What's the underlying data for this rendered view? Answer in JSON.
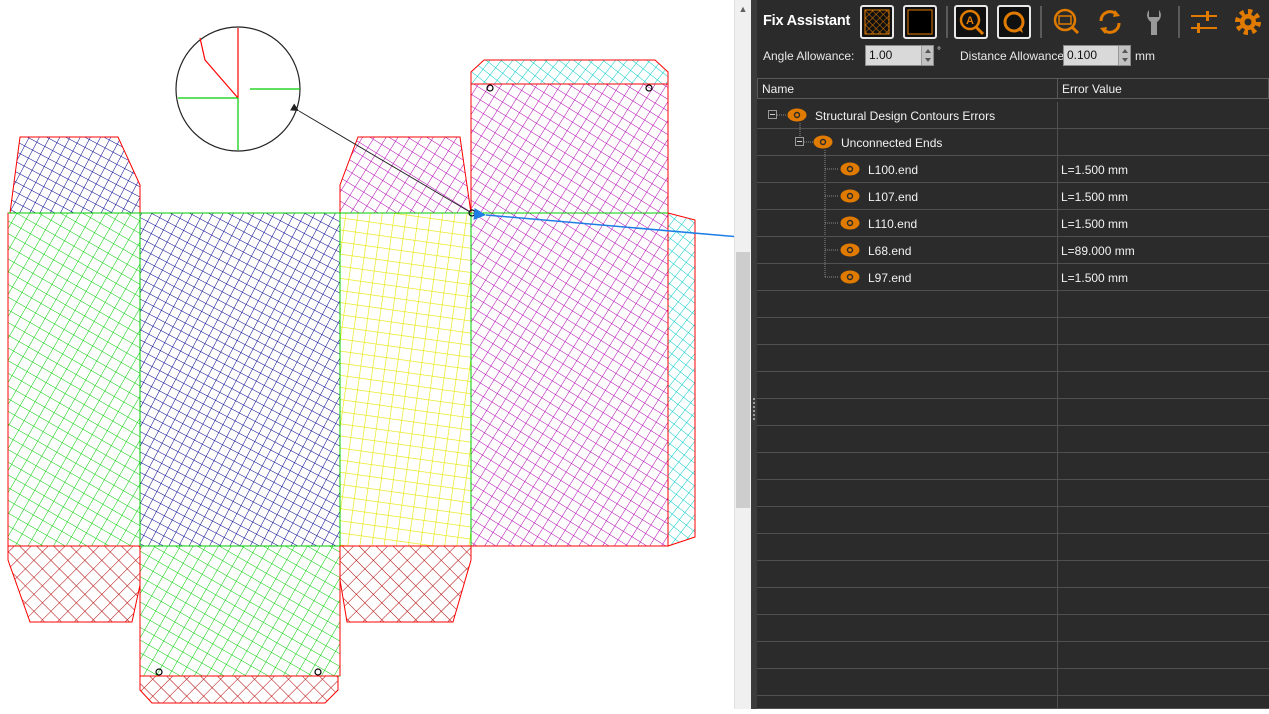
{
  "panel": {
    "title": "Fix Assistant",
    "toolbar_icons": [
      "crosshatch-fill-icon",
      "black-fill-icon",
      "auto-zoom-icon",
      "refresh-icon",
      "zoom-icon",
      "rotate-icon",
      "wrench-icon",
      "settings-sliders-icon",
      "gear-icon"
    ],
    "accent": "#e07b00"
  },
  "allowances": {
    "angle_label": "Angle Allowance:",
    "angle_value": "1.00",
    "angle_unit": "°",
    "distance_label": "Distance Allowance:",
    "distance_value": "0.100",
    "distance_unit": "mm"
  },
  "grid": {
    "col_name": "Name",
    "col_error": "Error Value",
    "rows": [
      {
        "name": "Structural Design Contours Errors",
        "value": ""
      },
      {
        "name": "Unconnected Ends",
        "value": ""
      },
      {
        "name": "L100.end",
        "value": "L=1.500 mm"
      },
      {
        "name": "L107.end",
        "value": "L=1.500 mm"
      },
      {
        "name": "L110.end",
        "value": "L=1.500 mm"
      },
      {
        "name": "L68.end",
        "value": "L=89.000 mm"
      },
      {
        "name": "L97.end",
        "value": "L=1.500 mm"
      }
    ]
  },
  "colors": {
    "cut_line": "#ff0000",
    "panel_blue": "#00008b",
    "panel_green": "#00cc00",
    "panel_magenta": "#b000b0",
    "panel_yellow": "#f2f200",
    "panel_cyan": "#00c8c8",
    "panel_red_hatch": "#b00000",
    "error_arrow": "#1e7ee6"
  }
}
